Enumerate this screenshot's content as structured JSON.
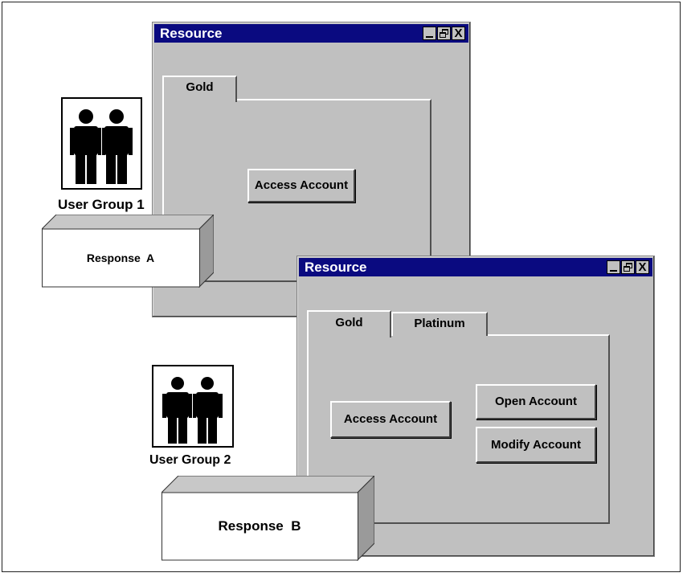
{
  "window1": {
    "title": "Resource",
    "tabs": [
      {
        "label": "Gold",
        "active": true
      }
    ],
    "buttons": {
      "access": "Access Account"
    },
    "controls": {
      "minimize": "_",
      "maximize": "restore",
      "close": "X"
    }
  },
  "window2": {
    "title": "Resource",
    "tabs": [
      {
        "label": "Gold",
        "active": true
      },
      {
        "label": "Platinum",
        "active": false
      }
    ],
    "buttons": {
      "access": "Access Account",
      "open": "Open Account",
      "modify": "Modify Account"
    },
    "controls": {
      "minimize": "_",
      "maximize": "restore",
      "close": "X"
    }
  },
  "groups": [
    {
      "label": "User Group 1",
      "icon": "two-people-icon"
    },
    {
      "label": "User Group 2",
      "icon": "two-people-icon"
    }
  ],
  "responses": [
    {
      "label": "Response  A"
    },
    {
      "label": "Response  B"
    }
  ],
  "colors": {
    "titlebar": "#0a0a80",
    "window": "#c0c0c0",
    "box_side": "#9a9a9a",
    "box_top": "#c8c8c8"
  }
}
